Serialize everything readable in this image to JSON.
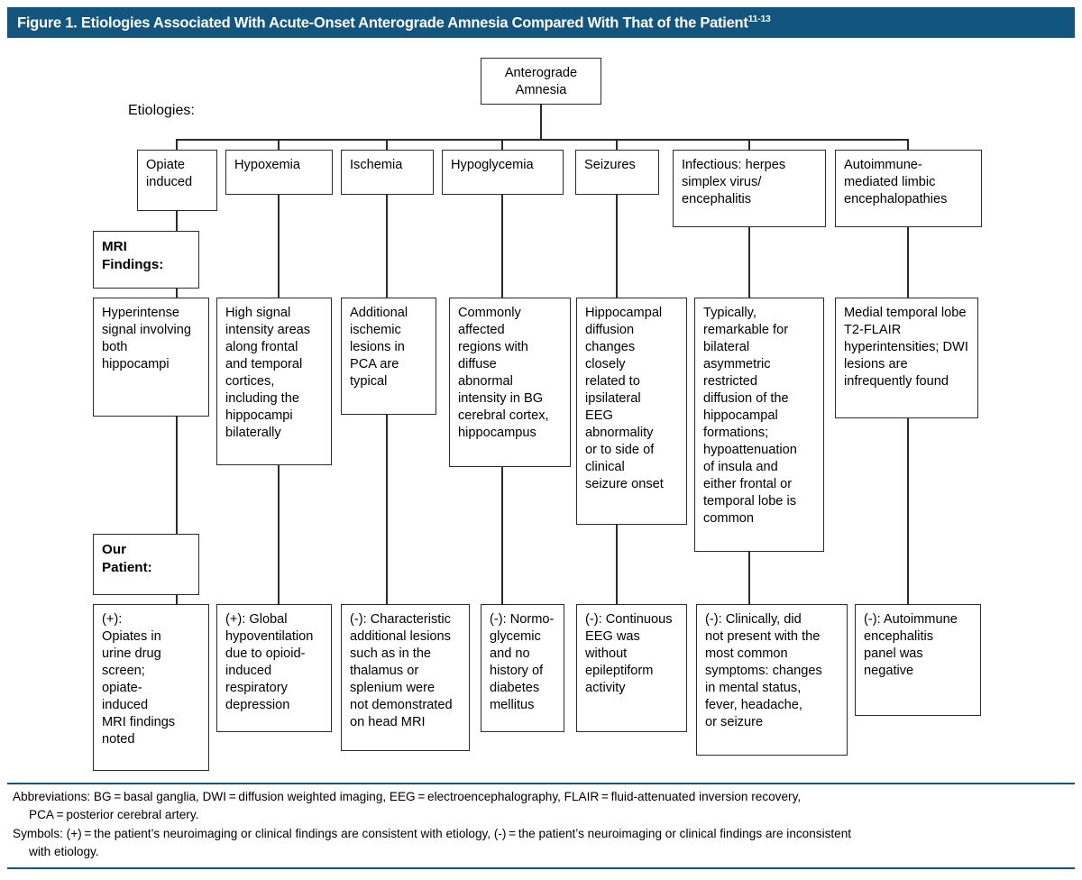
{
  "figure": {
    "title_prefix": "Figure 1. Etiologies Associated With Acute-Onset Anterograde Amnesia Compared With That of the Patient",
    "title_superscript": "11-13",
    "title_bar_color": "#12557f",
    "border_color": "#2b2b2b",
    "background_color": "#ffffff"
  },
  "root": {
    "line1": "Anterograde",
    "line2": "Amnesia"
  },
  "section_labels": {
    "etiologies": "Etiologies:",
    "mri_findings_line1": "MRI",
    "mri_findings_line2": "Findings:",
    "our_patient_line1": "Our",
    "our_patient_line2": "Patient:"
  },
  "columns": [
    {
      "etiology": [
        "Opiate",
        "induced"
      ],
      "mri": [
        "Hyperintense",
        "signal involving",
        "both",
        "hippocampi"
      ],
      "patient": [
        "(+):",
        "Opiates in",
        "urine drug",
        "screen;",
        "opiate-",
        "induced",
        "MRI findings",
        "noted"
      ]
    },
    {
      "etiology": [
        "Hypoxemia"
      ],
      "mri": [
        "High signal",
        "intensity areas",
        "along frontal",
        "and temporal",
        "cortices,",
        "including the",
        "hippocampi",
        "bilaterally"
      ],
      "patient": [
        "(+): Global",
        "hypoventilation",
        "due to opioid-",
        "induced",
        "respiratory",
        "depression"
      ]
    },
    {
      "etiology": [
        "Ischemia"
      ],
      "mri": [
        "Additional",
        "ischemic",
        "lesions in",
        "PCA are",
        "typical"
      ],
      "patient": [
        "(-): Characteristic",
        "additional lesions",
        "such as in the",
        "thalamus or",
        "splenium were",
        "not demonstrated",
        "on head MRI"
      ]
    },
    {
      "etiology": [
        "Hypoglycemia"
      ],
      "mri": [
        "Commonly",
        "affected",
        "regions with",
        "diffuse",
        "abnormal",
        "intensity in BG",
        "cerebral cortex,",
        "hippocampus"
      ],
      "patient": [
        "(-): Normo-",
        "glycemic",
        "and no",
        "history of",
        "diabetes",
        "mellitus"
      ]
    },
    {
      "etiology": [
        "Seizures"
      ],
      "mri": [
        "Hippocampal",
        "diffusion",
        "changes",
        "closely",
        "related to",
        "ipsilateral",
        "EEG",
        "abnormality",
        "or to side of",
        "clinical",
        "seizure onset"
      ],
      "patient": [
        "(-): Continuous",
        "EEG was",
        "without",
        "epileptiform",
        "activity"
      ]
    },
    {
      "etiology": [
        "Infectious: herpes",
        "simplex virus/",
        "encephalitis"
      ],
      "mri": [
        "Typically,",
        "remarkable for",
        "bilateral",
        "asymmetric",
        "restricted",
        "diffusion of the",
        "hippocampal",
        "formations;",
        "hypoattenuation",
        "of insula and",
        "either frontal or",
        "temporal lobe is",
        "common"
      ],
      "patient": [
        "(-): Clinically, did",
        "not present with the",
        "most common",
        "symptoms: changes",
        "in mental status,",
        "fever, headache,",
        "or seizure"
      ]
    },
    {
      "etiology": [
        "Autoimmune-",
        "mediated limbic",
        "encephalopathies"
      ],
      "mri": [
        "Medial temporal lobe",
        "T2-FLAIR",
        "hyperintensities; DWI",
        "lesions are",
        "infrequently found"
      ],
      "patient": [
        "(-): Autoimmune",
        "encephalitis",
        "panel was",
        "negative"
      ]
    }
  ],
  "footnotes": {
    "abbreviations_line1": "Abbreviations: BG = basal ganglia, DWI = diffusion weighted imaging, EEG = electroencephalography, FLAIR = fluid-attenuated inversion recovery,",
    "abbreviations_line2": "PCA = posterior cerebral artery.",
    "symbols_line1": "Symbols: (+) = the patient’s neuroimaging or clinical findings are consistent with etiology, (-) = the patient’s neuroimaging or clinical findings are inconsistent",
    "symbols_line2": "with etiology."
  }
}
